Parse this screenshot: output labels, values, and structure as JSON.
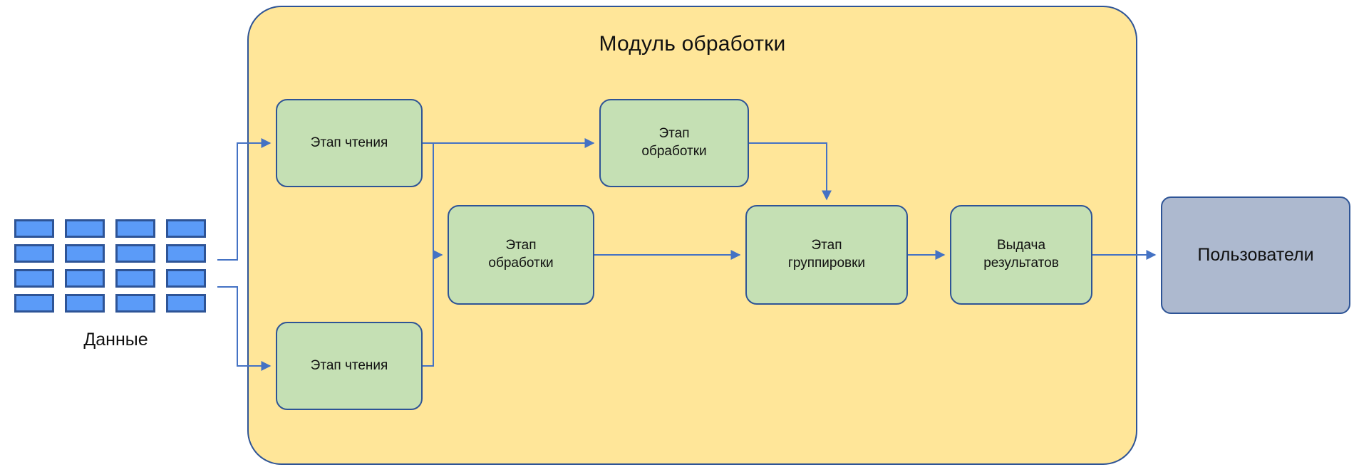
{
  "diagram": {
    "title": "Модуль обработки",
    "background_color": "#ffffff"
  },
  "module": {
    "label": "Модуль обработки",
    "fill_color": "#ffe699",
    "border_color": "#2e5496"
  },
  "source": {
    "label": "Данные",
    "block_count": 16,
    "columns": 4,
    "rows": 4,
    "block_fill_color": "#5b9bf8",
    "block_border_color": "#2e5496"
  },
  "nodes": {
    "read_top": {
      "label": "Этап чтения",
      "fill_color": "#c5e0b4"
    },
    "read_bottom": {
      "label": "Этап чтения",
      "fill_color": "#c5e0b4"
    },
    "process_top": {
      "label": "Этап\nобработки",
      "line1": "Этап",
      "line2": "обработки",
      "fill_color": "#c5e0b4"
    },
    "process_mid": {
      "label": "Этап\nобработки",
      "line1": "Этап",
      "line2": "обработки",
      "fill_color": "#c5e0b4"
    },
    "grouping": {
      "label": "Этап\nгруппировки",
      "line1": "Этап",
      "line2": "группировки",
      "fill_color": "#c5e0b4"
    },
    "results": {
      "label": "Выдача\nрезультатов",
      "line1": "Выдача",
      "line2": "результатов",
      "fill_color": "#c5e0b4"
    },
    "users": {
      "label": "Пользователи",
      "fill_color": "#adb9cf"
    }
  },
  "connectors": {
    "arrow_color": "#4472c4",
    "edges": [
      {
        "from": "Данные",
        "to": "Этап чтения (верхний)"
      },
      {
        "from": "Данные",
        "to": "Этап чтения (нижний)"
      },
      {
        "from": "Этап чтения (верхний)",
        "to": "Этап обработки (верхний)"
      },
      {
        "from": "Этап чтения (верхний)",
        "to": "Этап обработки (средний)"
      },
      {
        "from": "Этап чтения (нижний)",
        "to": "Этап обработки (средний)"
      },
      {
        "from": "Этап обработки (верхний)",
        "to": "Этап группировки"
      },
      {
        "from": "Этап обработки (средний)",
        "to": "Этап группировки"
      },
      {
        "from": "Этап группировки",
        "to": "Выдача результатов"
      },
      {
        "from": "Выдача результатов",
        "to": "Пользователи"
      }
    ]
  }
}
